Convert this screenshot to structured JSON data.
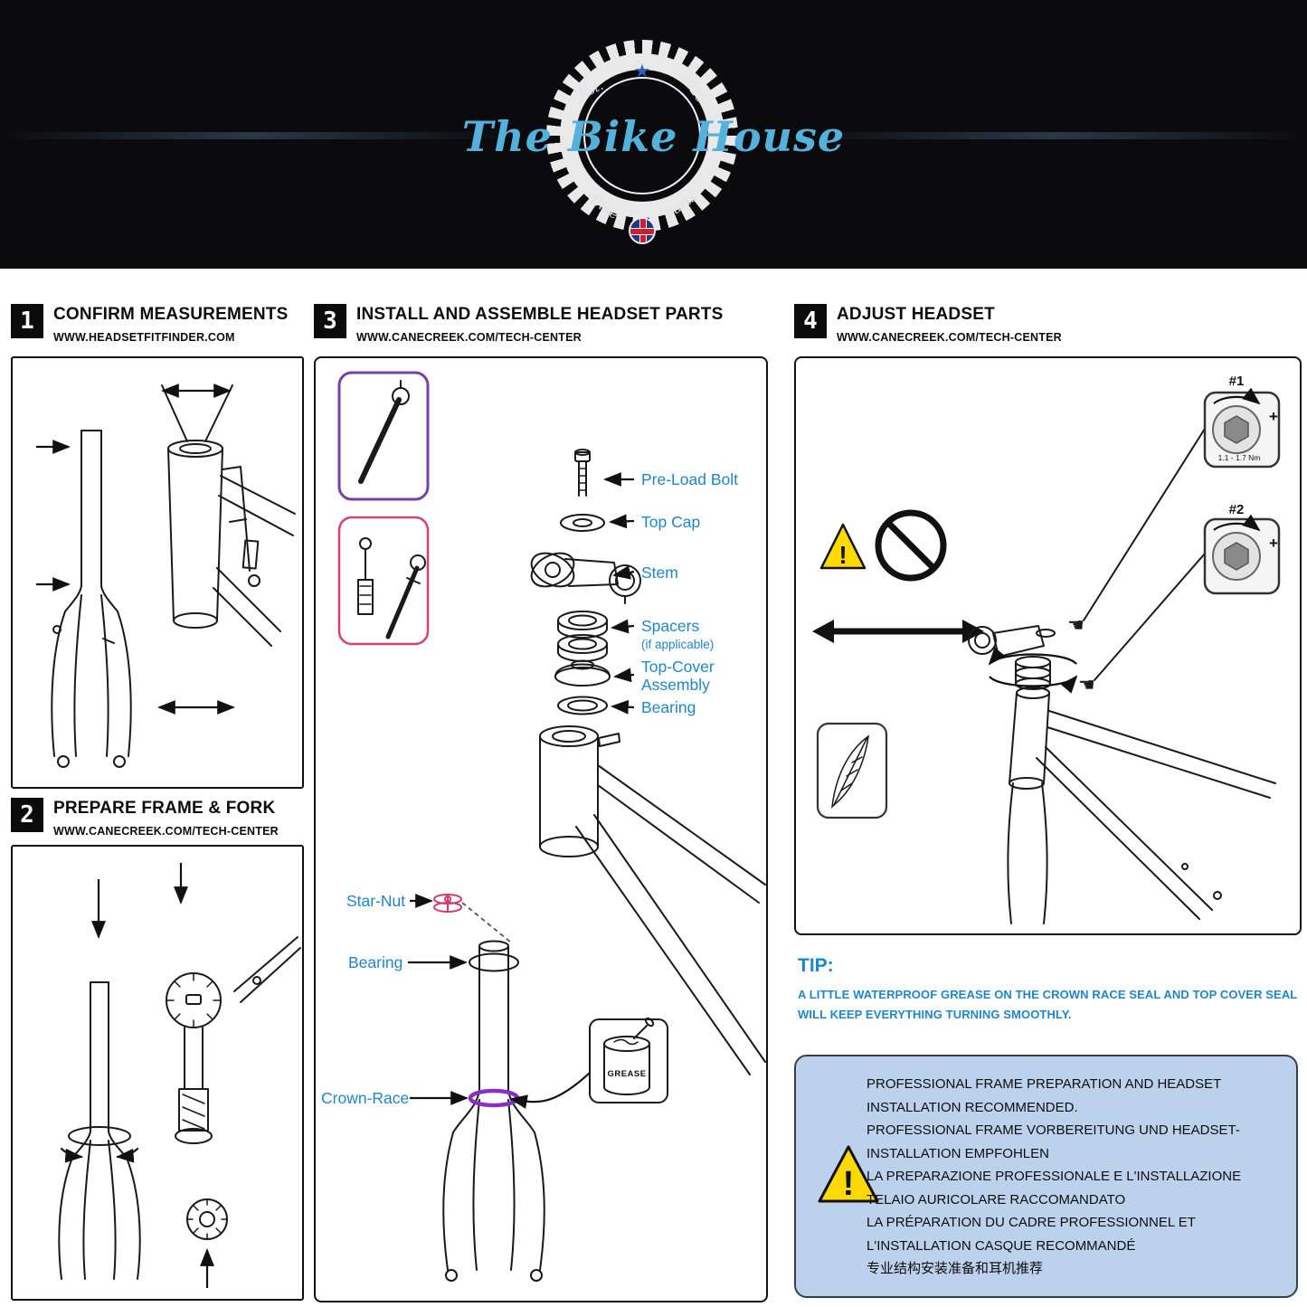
{
  "brand": {
    "wordmark": "The Bike House",
    "est_label": "Est.",
    "est_year": "2020",
    "gear_word_left": "Bike",
    "gear_word_right": "Parts"
  },
  "icons": {
    "star": "★",
    "plus": "+",
    "hand_left": "☚",
    "exclamation": "!"
  },
  "sections": {
    "s1": {
      "number": "1",
      "title": "CONFIRM MEASUREMENTS",
      "url": "WWW.HEADSETFITFINDER.COM"
    },
    "s2": {
      "number": "2",
      "title": "PREPARE FRAME & FORK",
      "url": "WWW.CANECREEK.COM/TECH-CENTER"
    },
    "s3": {
      "number": "3",
      "title": "INSTALL AND ASSEMBLE HEADSET PARTS",
      "url": "WWW.CANECREEK.COM/TECH-CENTER"
    },
    "s4": {
      "number": "4",
      "title": "ADJUST HEADSET",
      "url": "WWW.CANECREEK.COM/TECH-CENTER"
    }
  },
  "panel3": {
    "labels": {
      "preload_bolt": "Pre-Load Bolt",
      "top_cap": "Top Cap",
      "stem": "Stem",
      "spacers": "Spacers",
      "spacers_note": "(if applicable)",
      "top_cover": "Top-Cover",
      "assembly": "Assembly",
      "bearing_upper": "Bearing",
      "star_nut": "Star-Nut",
      "bearing_lower": "Bearing",
      "crown_race": "Crown-Race",
      "grease": "GREASE"
    }
  },
  "panel4": {
    "tool1_label": "#1",
    "tool2_label": "#2",
    "tool1_torque": "1.1 - 1.7 Nm"
  },
  "tip": {
    "heading": "TIP:",
    "line1": "A LITTLE WATERPROOF GREASE ON THE CROWN RACE SEAL AND TOP COVER SEAL",
    "line2": "WILL KEEP EVERYTHING TURNING SMOOTHLY."
  },
  "notice": {
    "lines": [
      "PROFESSIONAL FRAME PREPARATION AND HEADSET",
      "INSTALLATION RECOMMENDED.",
      "PROFESSIONAL FRAME VORBEREITUNG UND HEADSET-",
      "INSTALLATION EMPFOHLEN",
      "LA PREPARAZIONE PROFESSIONALE E L'INSTALLAZIONE",
      "TELAIO AURICOLARE RACCOMANDATO",
      "LA PRÉPARATION DU CADRE PROFESSIONNEL ET",
      "L'INSTALLATION CASQUE RECOMMANDÉ",
      "专业结构安装准备和耳机推荐"
    ]
  },
  "colors": {
    "label_blue": "#1f86c9",
    "logo_blue": "#54b1dc",
    "purple_box": "#7b3fa0",
    "pink_box": "#d8406e",
    "star_nut_pink": "#d23a6b",
    "crown_race_purple": "#8b2fc0",
    "warning_yellow": "#ffd900",
    "notice_bg": "#bcd2ec"
  }
}
